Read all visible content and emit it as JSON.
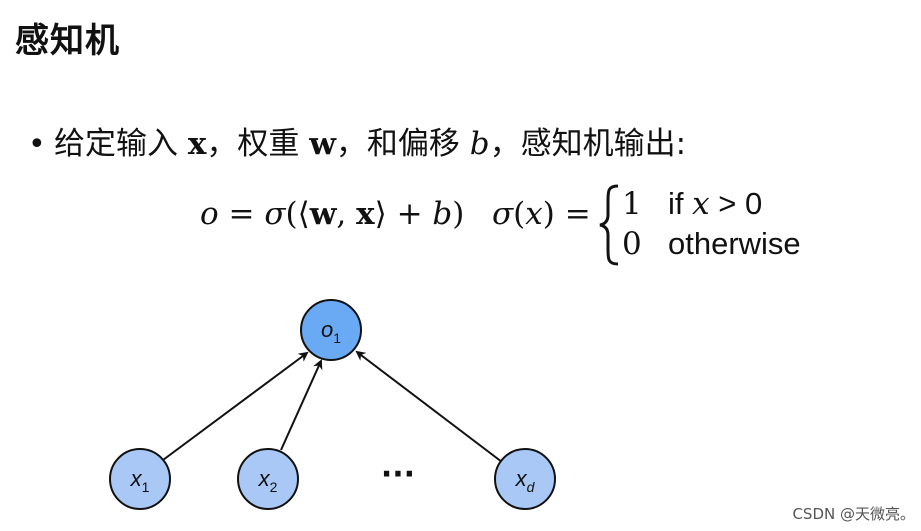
{
  "title": "感知机",
  "bullet": {
    "prefix": "给定输入 ",
    "x": "x",
    "sep1": "，权重 ",
    "w": "w",
    "sep2": "，和偏移 ",
    "b": "b",
    "suffix": "，感知机输出:"
  },
  "formula": {
    "o": "o",
    "eq": " = ",
    "sigma": "σ",
    "open": "(⟨",
    "w": "w",
    "comma": ", ",
    "x": "x",
    "close_ip": "⟩ + ",
    "b": "b",
    "close": ")"
  },
  "piecewise": {
    "lhs_sigma": "σ",
    "lhs_open": "(",
    "lhs_x": "x",
    "lhs_close": ") = ",
    "case1_value": "1",
    "case1_cond_text": "if ",
    "case1_cond_var": "x",
    "case1_cond_rest": " > 0",
    "case2_value": "0",
    "case2_cond_text": "otherwise"
  },
  "diagram": {
    "output_node": {
      "label": "o",
      "sub": "1",
      "color": "#6aaaf4"
    },
    "input_nodes": [
      {
        "label": "x",
        "sub": "1"
      },
      {
        "label": "x",
        "sub": "2"
      },
      {
        "label": "x",
        "sub": "d"
      }
    ],
    "ellipsis": "···",
    "input_color": "#a9c8f5"
  },
  "watermark": "CSDN @天微亮。"
}
